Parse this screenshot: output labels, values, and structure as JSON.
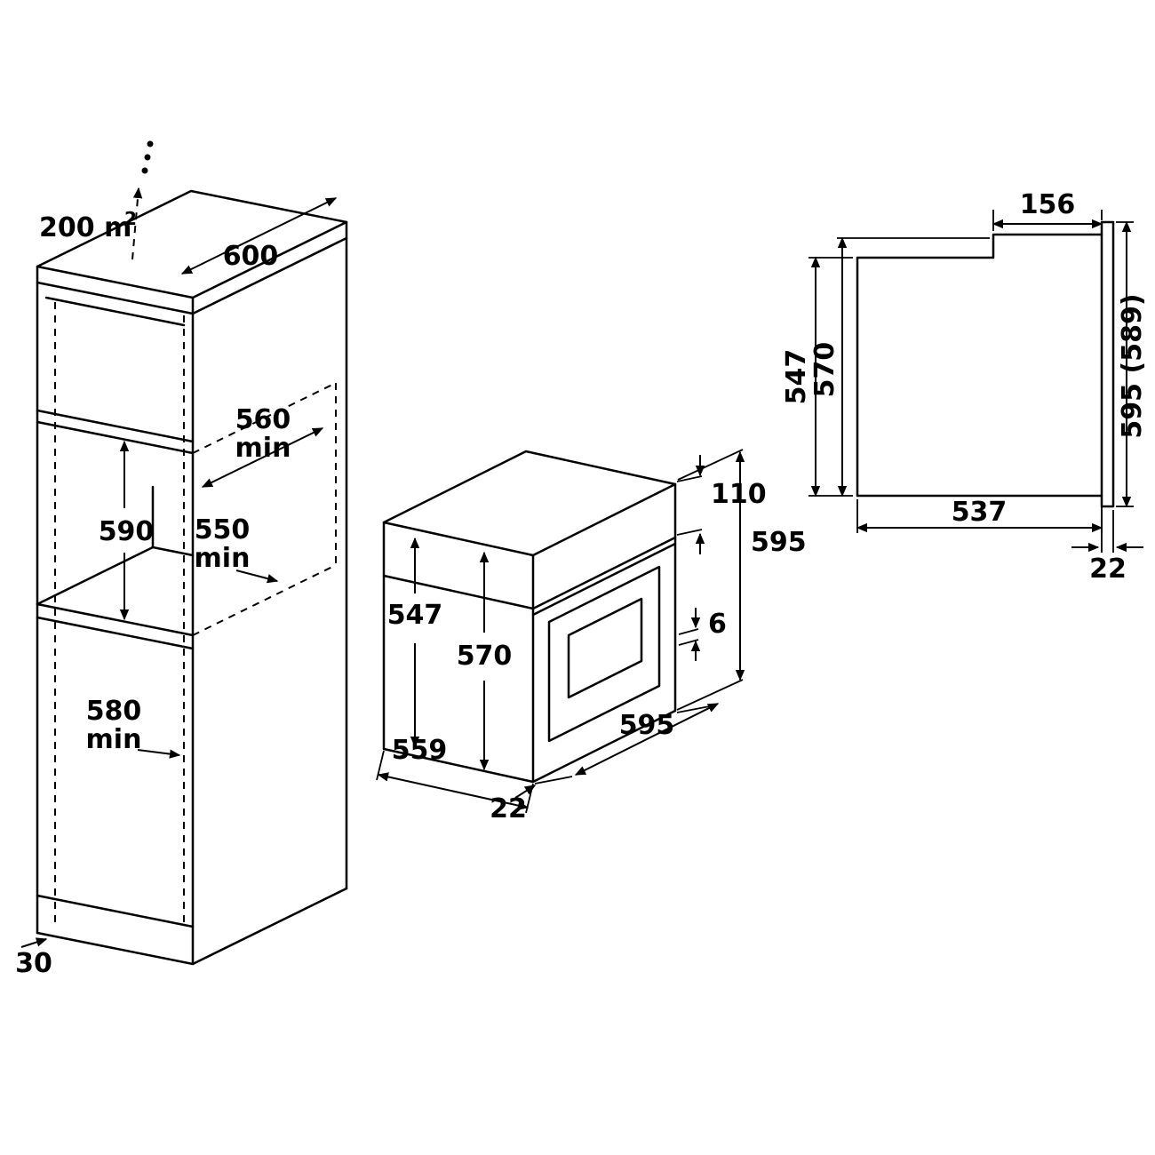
{
  "cabinet": {
    "ventilation_value": "200 m",
    "ventilation_exp": "2",
    "top_depth": "600",
    "niche_width_value": "560",
    "niche_width_qual": "min",
    "niche_height": "590",
    "niche_depth_value": "550",
    "niche_depth_qual": "min",
    "internal_depth_value": "580",
    "internal_depth_qual": "min",
    "base_gap": "30"
  },
  "oven": {
    "body_height": "547",
    "front_height": "570",
    "panel_height": "110",
    "total_height": "595",
    "gap": "6",
    "front_width": "595",
    "body_depth": "559",
    "door_offset": "22"
  },
  "side_view": {
    "panel_depth": "156",
    "body_height": "547",
    "front_height": "570",
    "door_height": "595 (589)",
    "body_depth": "537",
    "door_thickness": "22"
  }
}
